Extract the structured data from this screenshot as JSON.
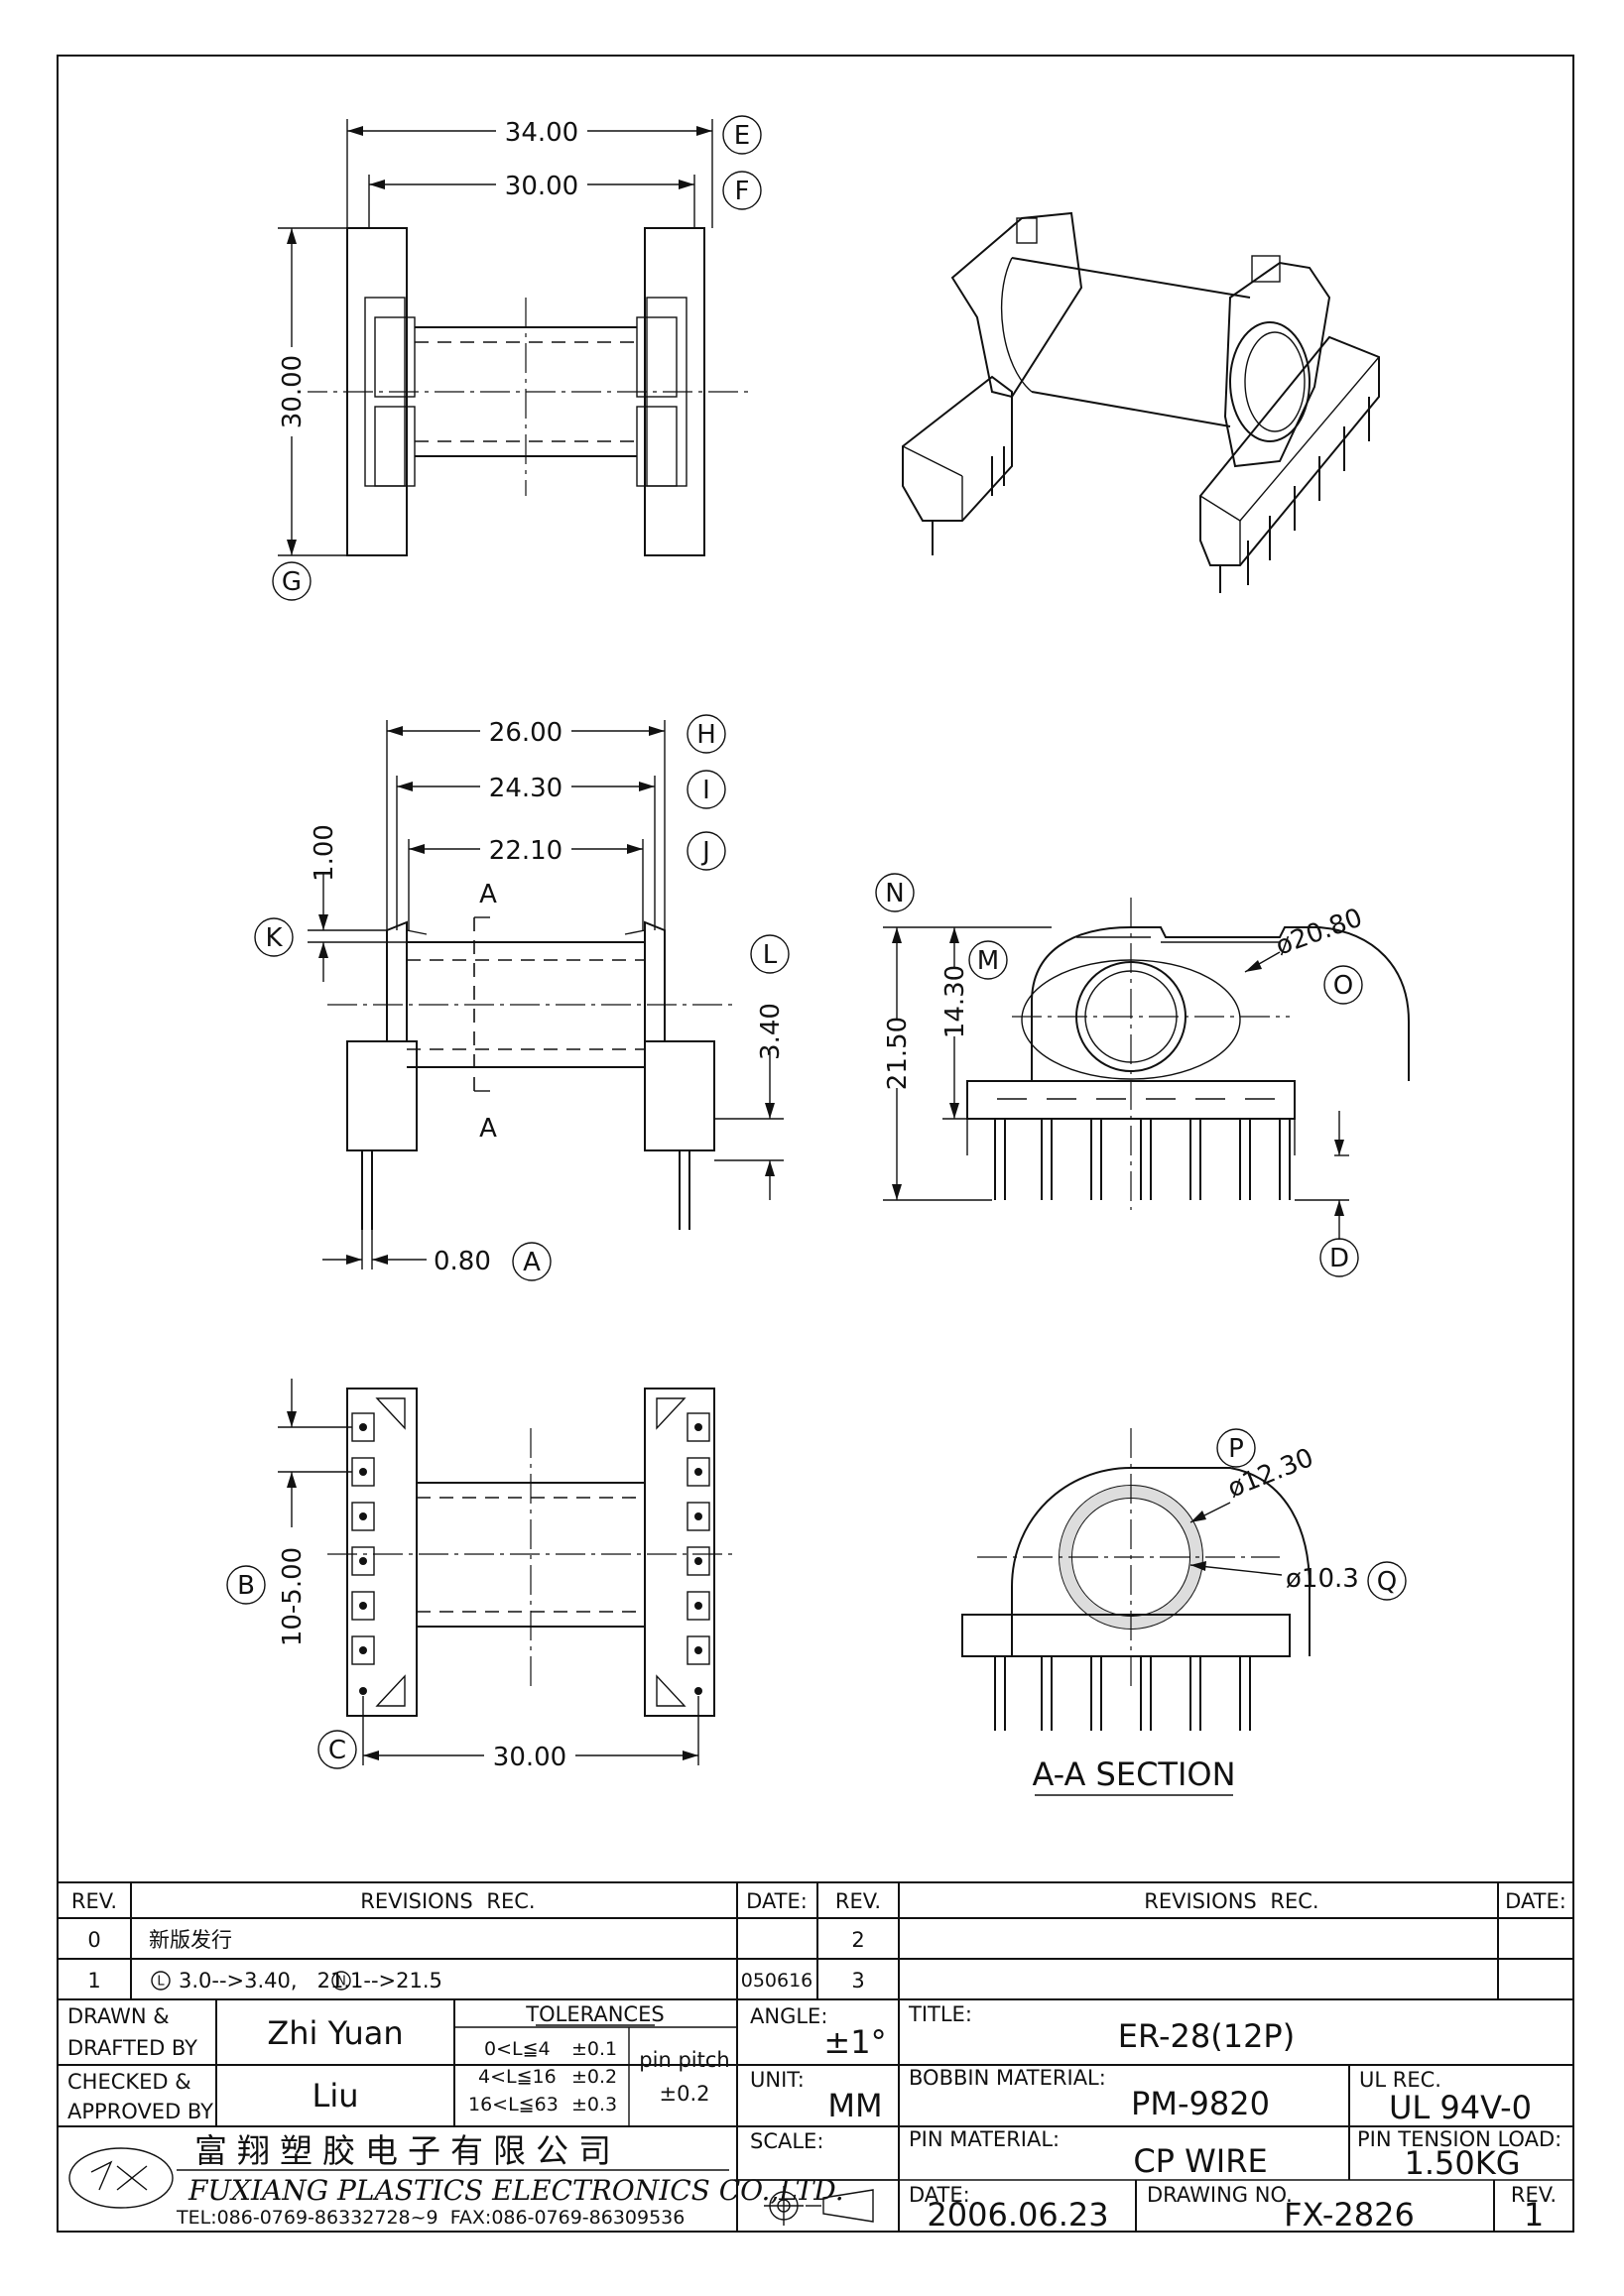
{
  "views": {
    "top": {
      "dim_width_outer": "34.00",
      "dim_width_inner": "30.00",
      "dim_height": "30.00",
      "callouts": [
        "E",
        "F",
        "G"
      ]
    },
    "front": {
      "dim_26": "26.00",
      "dim_24": "24.30",
      "dim_22": "22.10",
      "dim_flange": "1.00",
      "dim_base": "3.40",
      "dim_pin": "0.80",
      "section_mark": "A",
      "callouts": [
        "H",
        "I",
        "J",
        "K",
        "L",
        "A"
      ]
    },
    "side": {
      "dim_height": "21.50",
      "dim_core": "14.30",
      "dim_dia": "ø20.80",
      "callouts": [
        "N",
        "M",
        "O",
        "D"
      ]
    },
    "bottom": {
      "dim_pitch": "10-5.00",
      "dim_span": "30.00",
      "callouts": [
        "B",
        "C"
      ]
    },
    "section": {
      "dim_outer": "ø12.30",
      "dim_inner": "ø10.3",
      "title": "A-A SECTION",
      "callouts": [
        "P",
        "Q"
      ]
    }
  },
  "title_block": {
    "rev_header": "REV.",
    "revisions_header": "REVISIONS",
    "rec_header": "REC.",
    "date_header": "DATE:",
    "rows_left": [
      {
        "rev": "0",
        "text": "新版发行",
        "date": ""
      },
      {
        "rev": "1",
        "text": "3.0-->3.40,   21.1-->21.5",
        "marks": [
          "L",
          "N"
        ],
        "date": "050616"
      }
    ],
    "rows_right": [
      {
        "rev": "2",
        "text": "",
        "date": ""
      },
      {
        "rev": "3",
        "text": "",
        "date": ""
      }
    ],
    "drawn_label": "DRAWN &",
    "drawn_label2": "DRAFTED BY",
    "drawn_by": "Zhi Yuan",
    "checked_label": "CHECKED &",
    "checked_label2": "APPROVED BY",
    "checked_by": "Liu",
    "tolerances_header": "TOLERANCES",
    "tolerances": [
      {
        "range": "0<L≦4",
        "tol": "±0.1"
      },
      {
        "range": "4<L≦16",
        "tol": "±0.2"
      },
      {
        "range": "16<L≦63",
        "tol": "±0.3"
      }
    ],
    "pin_pitch_label": "pin pitch",
    "pin_pitch_tol": "±0.2",
    "angle_label": "ANGLE:",
    "angle_value": "±1°",
    "unit_label": "UNIT:",
    "unit_value": "MM",
    "scale_label": "SCALE:",
    "title_label": "TITLE:",
    "title_value": "ER-28(12P)",
    "bobbin_label": "BOBBIN MATERIAL:",
    "bobbin_value": "PM-9820",
    "ul_label": "UL REC.",
    "ul_value": "UL 94V-0",
    "pin_material_label": "PIN MATERIAL:",
    "pin_material_value": "CP WIRE",
    "pin_tension_label": "PIN TENSION LOAD:",
    "pin_tension_value": "1.50KG",
    "date_label": "DATE:",
    "date_value": "2006.06.23",
    "drawing_no_label": "DRAWING NO.",
    "drawing_no_value": "FX-2826",
    "rev_label": "REV.",
    "rev_value": "1",
    "company_cn": "富翔塑胶电子有限公司",
    "company_en": "FUXIANG PLASTICS ELECTRONICS CO.,LTD.",
    "company_contact": "TEL:086-0769-86332728~9  FAX:086-0769-86309536"
  }
}
